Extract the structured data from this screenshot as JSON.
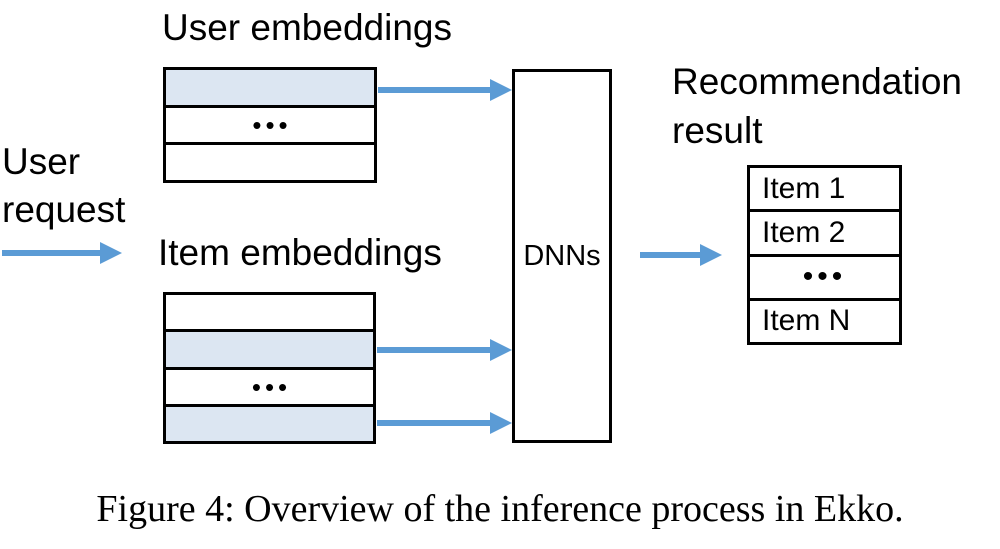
{
  "colors": {
    "arrow_blue": "#5B9BD5",
    "highlight_row_fill": "#DCE6F2",
    "border_black": "#000000"
  },
  "diagram": {
    "user_request_label": "User request",
    "ellipsis": "•••",
    "user_embeddings_title": "User embeddings",
    "item_embeddings_title": "Item embeddings",
    "dnns_label": "DNNs",
    "recommendation_title": "Recommendation result",
    "recommendation_items": [
      "Item 1",
      "Item 2",
      "•••",
      "Item N"
    ]
  },
  "caption": "Figure 4: Overview of the inference process in Ekko."
}
